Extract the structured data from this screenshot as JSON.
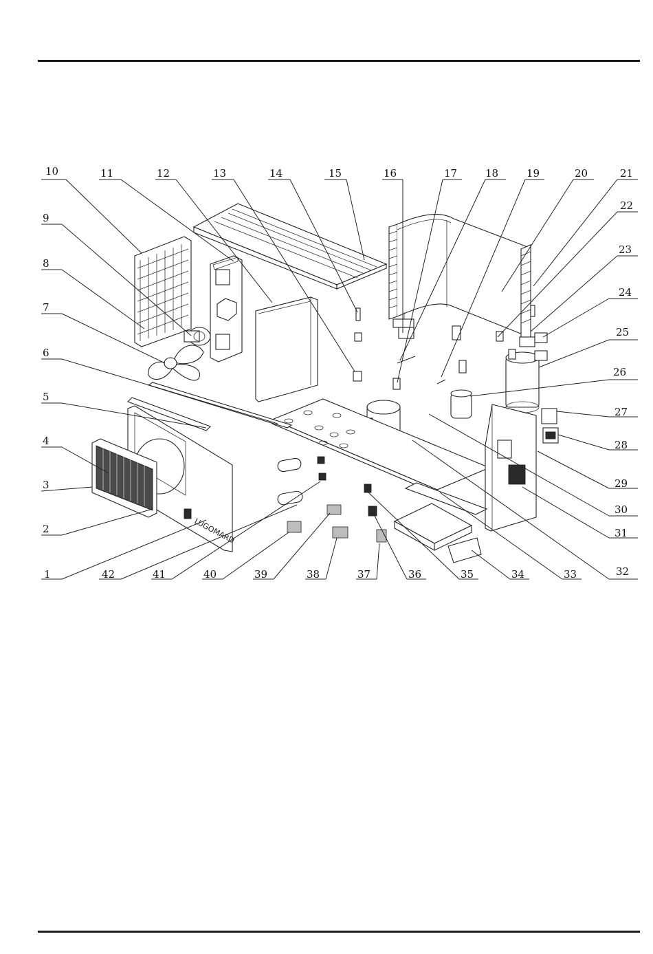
{
  "labels": {
    "left": [
      "10",
      "9",
      "8",
      "7",
      "6",
      "5",
      "4",
      "3",
      "2"
    ],
    "top": [
      "11",
      "12",
      "13",
      "14",
      "15",
      "16",
      "17",
      "18",
      "19",
      "20",
      "21"
    ],
    "right": [
      "22",
      "23",
      "24",
      "25",
      "26",
      "27",
      "28",
      "29",
      "30",
      "31",
      "32"
    ],
    "bottom": [
      "1",
      "42",
      "41",
      "40",
      "39",
      "38",
      "37",
      "36",
      "35",
      "34",
      "33"
    ]
  },
  "brand_text": "LUGOMARD"
}
